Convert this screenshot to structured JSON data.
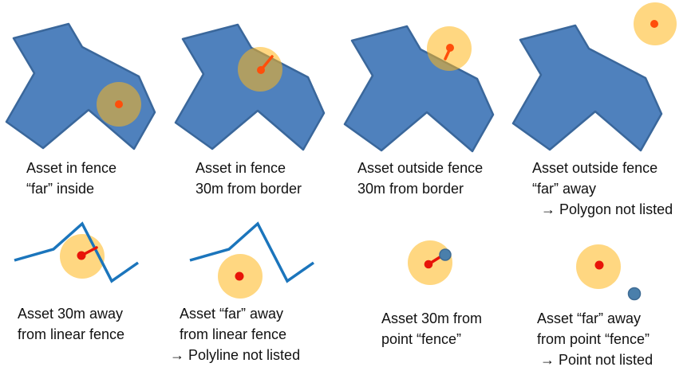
{
  "title": "Geofence proximity cases diagram",
  "colors": {
    "polygon_fill": "#4f81bd",
    "polygon_stroke": "#3a679b",
    "polyline_stroke": "#1b75bc",
    "buffer_fill": "#ffb719",
    "buffer_opacity": "0.55",
    "asset_orange": "#ff4e0b",
    "asset_red": "#e81409",
    "point_fence_fill": "#4a7fab",
    "point_fence_stroke": "#3e6b94",
    "text": "#111111"
  },
  "panels": [
    {
      "id": "asset-in-fence-far-inside",
      "caption_lines": [
        "Asset in fence",
        "“far” inside"
      ]
    },
    {
      "id": "asset-in-fence-30m-from-border",
      "caption_lines": [
        "Asset in fence",
        "30m from border"
      ]
    },
    {
      "id": "asset-outside-fence-30m-from-border",
      "caption_lines": [
        "Asset outside fence",
        "30m from border"
      ]
    },
    {
      "id": "asset-outside-fence-far-away",
      "caption_lines": [
        "Asset outside fence",
        "“far” away",
        "→ Polygon not listed"
      ]
    },
    {
      "id": "asset-30m-from-linear-fence",
      "caption_lines": [
        "Asset 30m away",
        "from linear fence"
      ]
    },
    {
      "id": "asset-far-from-linear-fence",
      "caption_lines": [
        "Asset “far” away",
        "from linear fence",
        "→ Polyline not listed"
      ]
    },
    {
      "id": "asset-30m-from-point-fence",
      "caption_lines": [
        "Asset 30m from",
        "point “fence”"
      ]
    },
    {
      "id": "asset-far-from-point-fence",
      "caption_lines": [
        "Asset “far” away",
        "from point “fence”",
        "→ Point not listed"
      ]
    }
  ]
}
